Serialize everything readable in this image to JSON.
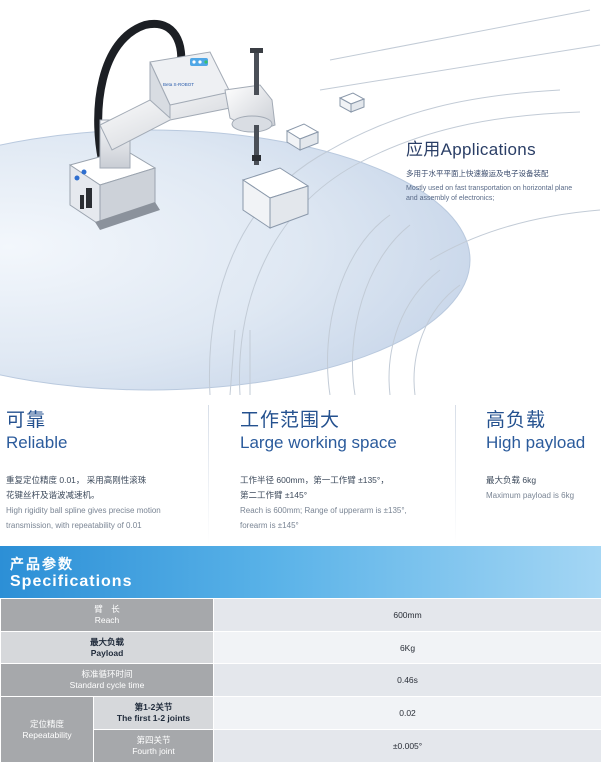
{
  "applications": {
    "title": "应用Applications",
    "desc_cn": "多用于水平平面上快速搬运及电子设备装配",
    "desc_en": "Mostly used on fast transportation on horizontal plane and assembly of electronics;"
  },
  "robot": {
    "brand_label": "Beta S-ROBOT"
  },
  "features": [
    {
      "title_cn": "可靠",
      "title_en": "Reliable",
      "desc_cn_1": "重复定位精度 0.01，  采用高刚性滚珠",
      "desc_cn_2": "花键丝杆及谐波减速机。",
      "desc_en_1": "High rigidity ball spline gives precise motion",
      "desc_en_2": "transmission, with repeatability of 0.01"
    },
    {
      "title_cn": "工作范围大",
      "title_en": "Large working space",
      "desc_cn_1": "工作半径 600mm，第一工作臂 ±135°，",
      "desc_cn_2": "第二工作臂 ±145°",
      "desc_en_1": "Reach is 600mm; Range of upperarm is ±135°,",
      "desc_en_2": "forearm is ±145°"
    },
    {
      "title_cn": "高负载",
      "title_en": "High payload",
      "desc_cn_1": "最大负载 6kg",
      "desc_en_1": "Maximum payload is 6kg"
    }
  ],
  "specs": {
    "title_cn": "产品参数",
    "title_en": "Specifications",
    "rows": {
      "reach": {
        "cn": "臂　长",
        "en": "Reach",
        "value": "600mm"
      },
      "payload": {
        "cn": "最大负载",
        "en": "Payload",
        "value": "6Kg"
      },
      "cycle": {
        "cn": "标准循环时间",
        "en": "Standard cycle time",
        "value": "0.46s"
      },
      "repeatability": {
        "cn": "定位精度",
        "en": "Repeatability",
        "sub1_cn": "第1-2关节",
        "sub1_en": "The first 1-2 joints",
        "sub1_value": "0.02",
        "sub2_cn": "第四关节",
        "sub2_en": "Fourth joint",
        "sub2_value": "±0.005°"
      }
    }
  },
  "colors": {
    "accent_blue": "#2c8fd6",
    "title_blue": "#24518f",
    "label_gray": "#a6a8ab",
    "value_bg": "#e4e7ec"
  }
}
